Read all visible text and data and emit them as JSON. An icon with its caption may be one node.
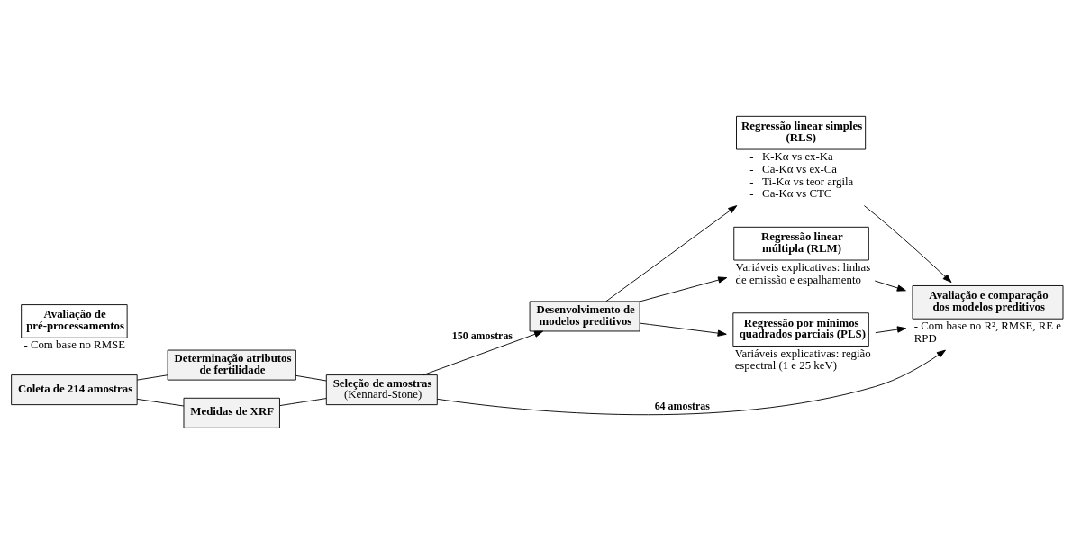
{
  "diagram": {
    "nodes": [
      {
        "text": [
          "Coleta de 214 amostras"
        ]
      },
      {
        "text": [
          "Determinação atributos de fertilidade"
        ]
      },
      {
        "text": [
          "Medidas de XRF"
        ]
      },
      {
        "text": [
          "Seleção de amostras",
          "(Kennard-Stone)"
        ]
      },
      {
        "text": [
          "Desenvolvimento de modelos preditivos"
        ]
      },
      {
        "text": [
          "Regressão linear simples (RLS)"
        ],
        "beside": [
          "-   K-Kα vs ex-Ka",
          "-   Ca-Kα vs ex-Ca",
          "-   Ti-Kα vs teor argila",
          "-   Ca-Kα vs CTC"
        ]
      },
      {
        "text": [
          "Avaliação e comparação dos modelos preditivos"
        ],
        "beside": [
          "- Com base no R², RMSE, RE e RPD"
        ]
      },
      {
        "text": [
          "Regressão linear múltipla (RLM)"
        ],
        "beside": [
          "Variáveis explicativas: linhas de emissão e espalhamento"
        ]
      },
      {
        "text": [
          "Avaliação de pré-processamentos"
        ],
        "beside": [
          "- Com base no RMSE"
        ]
      },
      {
        "text": [
          "Regressão por mínimos quadrados parciais (PLS)"
        ],
        "beside": [
          "Variáveis explicativas: região espectral (1 e 25 keV)"
        ]
      }
    ],
    "edges": [
      {
        "from": 0,
        "to": 1,
        "arrow": "none"
      },
      {
        "from": 0,
        "to": 2,
        "arrow": "none"
      },
      {
        "from": 1,
        "to": 3,
        "arrow": "none"
      },
      {
        "from": 2,
        "to": 3,
        "arrow": "none"
      },
      {
        "from": 3,
        "to": 4,
        "arrow": "to",
        "label": "150 amostras"
      },
      {
        "from": 3,
        "to": 6,
        "arrow": "to",
        "label": "64 amostras"
      },
      {
        "from": 4,
        "to": 5,
        "arrow": "to"
      },
      {
        "from": 4,
        "to": 7,
        "arrow": "to"
      },
      {
        "from": 4,
        "to": 9,
        "arrow": "to"
      },
      {
        "from": 5,
        "to": 6,
        "arrow": "to"
      },
      {
        "from": 7,
        "to": 6,
        "arrow": "to"
      },
      {
        "from": 9,
        "to": 6,
        "arrow": "to"
      }
    ]
  }
}
